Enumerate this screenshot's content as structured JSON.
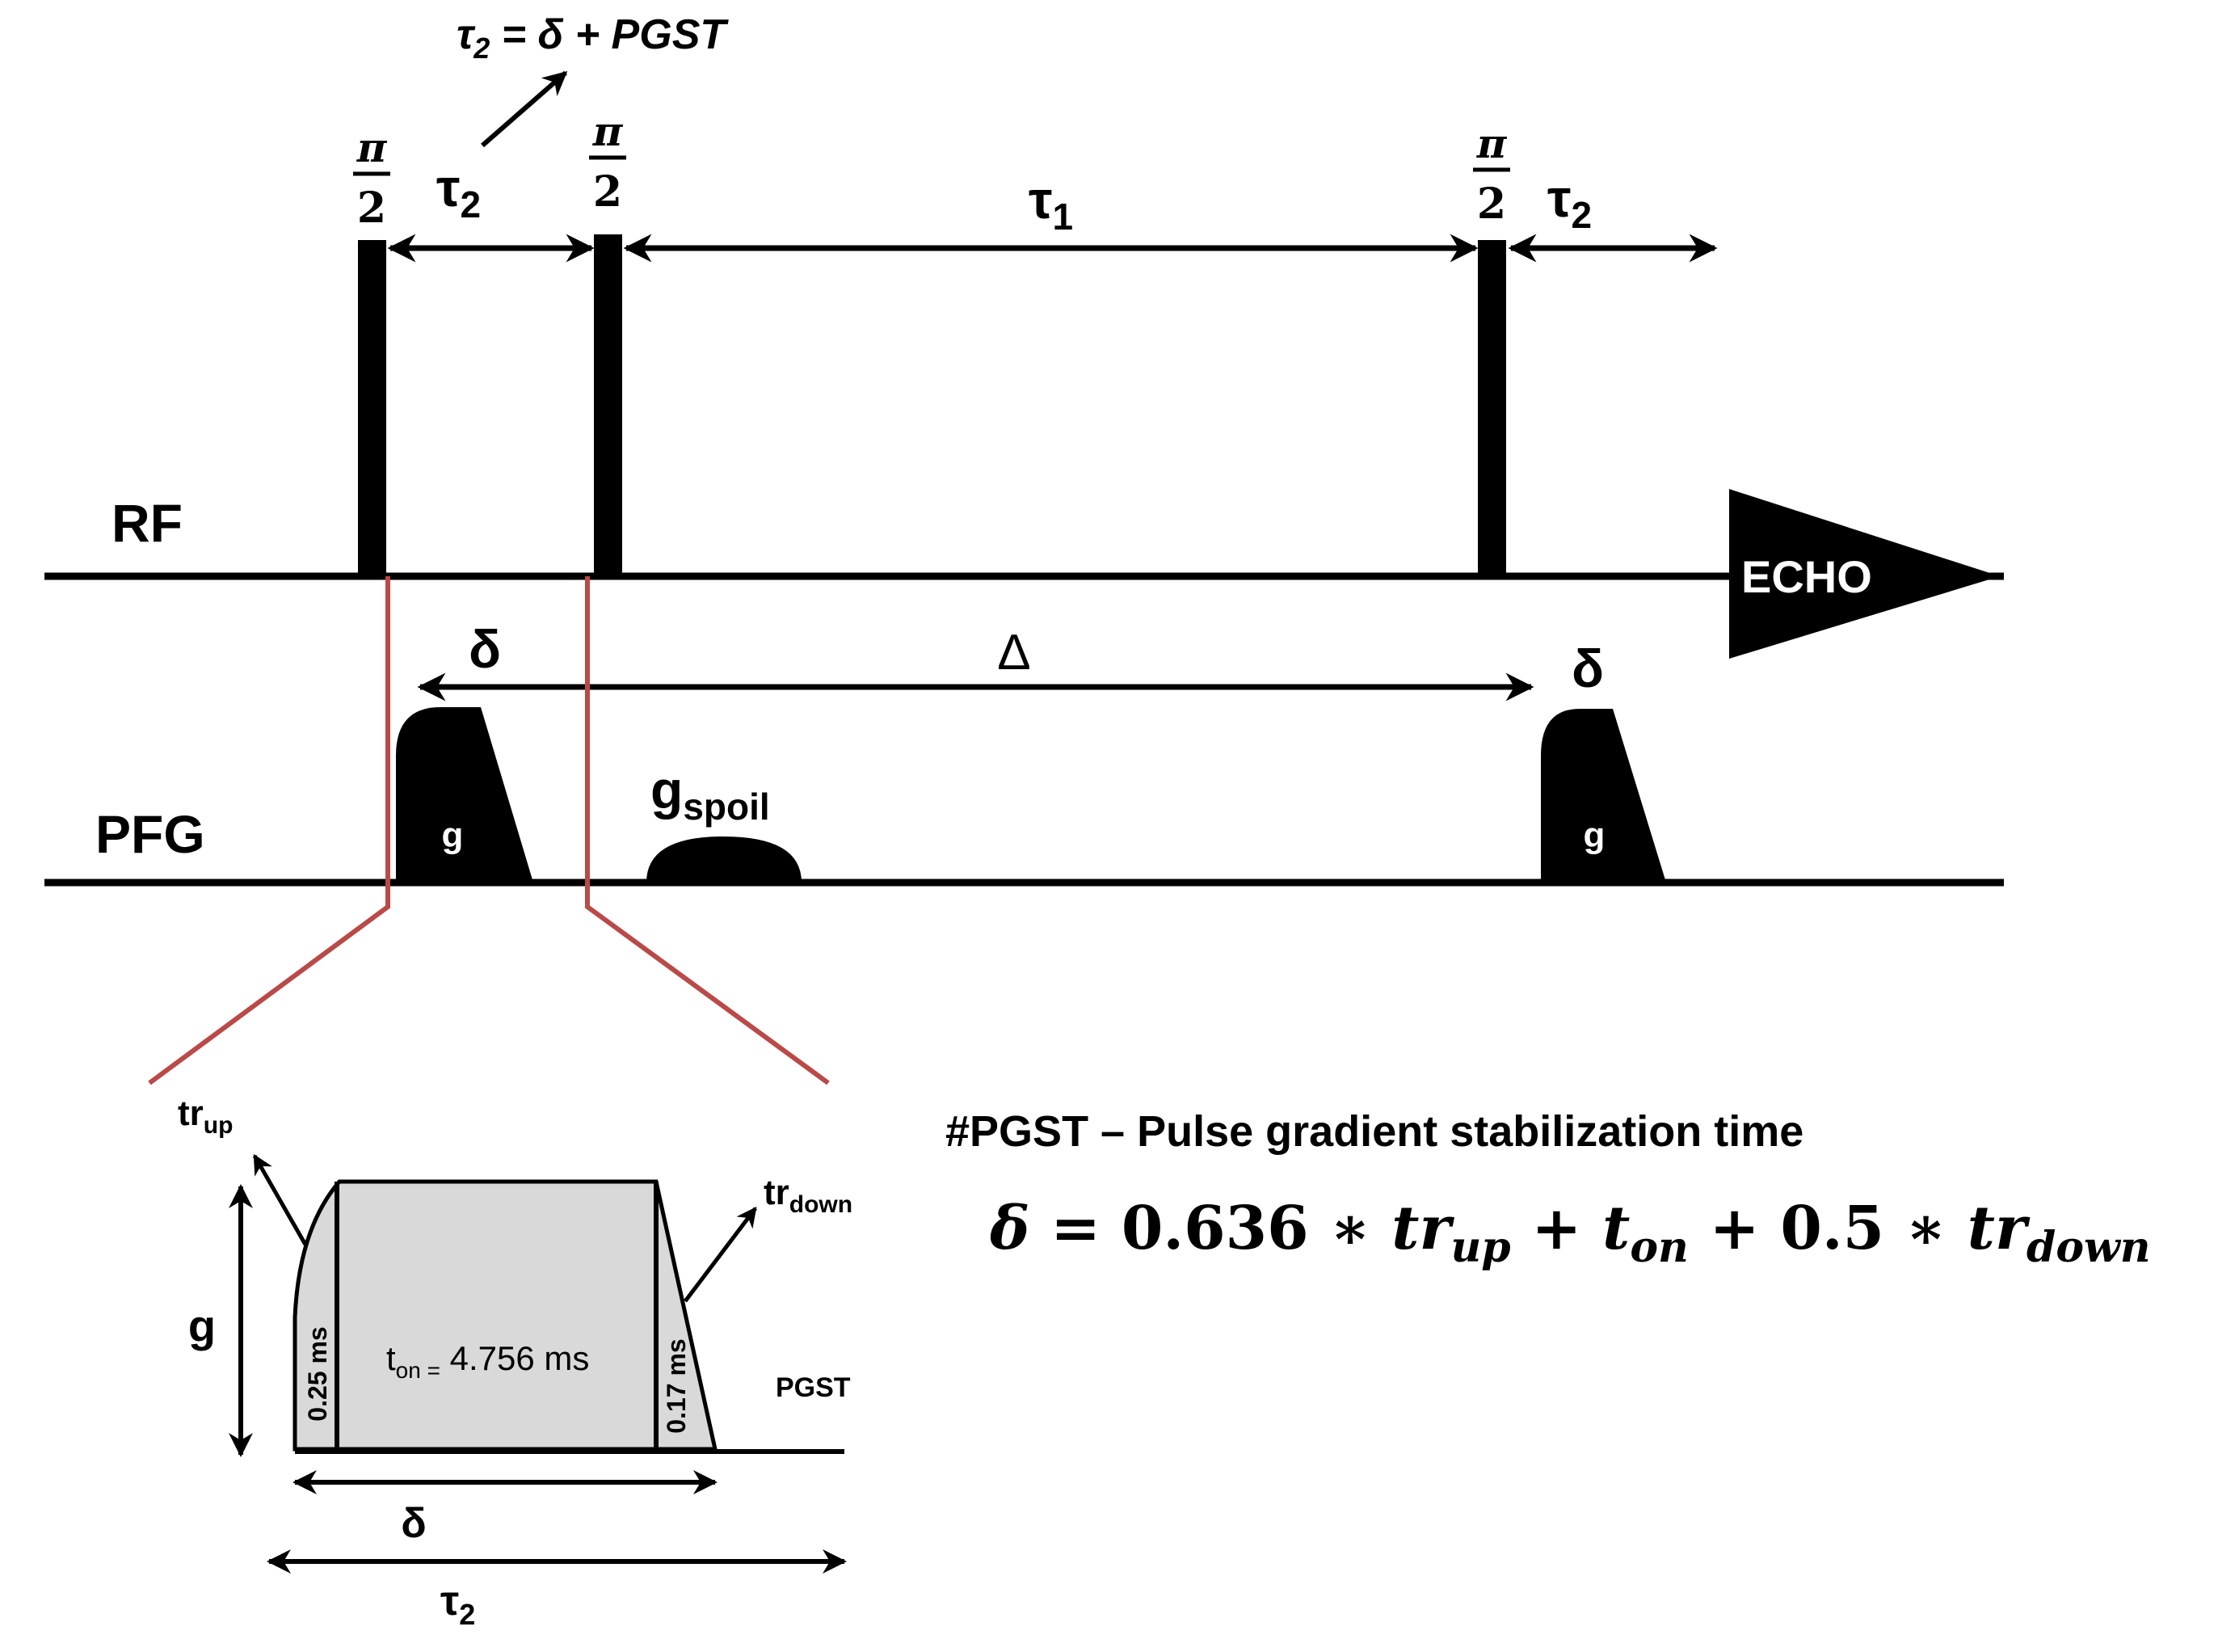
{
  "colors": {
    "ink": "#000000",
    "zoom_line": "#b94a48",
    "gradient_fill": "#d9d9d9"
  },
  "rf": {
    "axis_label": "RF",
    "pulse_angle_num": "π",
    "pulse_angle_den": "2",
    "tau2_label": "τ",
    "tau2_sub": "2",
    "tau1_label": "τ",
    "tau1_sub": "1",
    "echo_label": "ECHO",
    "tau2_def": {
      "tau": "τ",
      "sub": "2",
      "rest": " = δ + PGST"
    }
  },
  "pfg": {
    "axis_label": "PFG",
    "delta_small": "δ",
    "delta_big": "Δ",
    "pulse_letter": "g",
    "spoil_main": "g",
    "spoil_sub": "spoil"
  },
  "detail": {
    "tr_up": "tr",
    "tr_up_sub": "up",
    "tr_down": "tr",
    "tr_down_sub": "down",
    "g_label": "g",
    "rise_time": "0.25 ms",
    "fall_time": "0.17 ms",
    "t_on_main": "t",
    "t_on_sub": "on =",
    "t_on_value": " 4.756 ms",
    "pgst": "PGST",
    "delta": "δ",
    "tau": "τ",
    "tau_sub": "2"
  },
  "note": {
    "definition": "#PGST – Pulse gradient stabilization time"
  },
  "equation": {
    "lhs": "δ",
    "eq": " = ",
    "c1": "0.636",
    "op1": " ∗ ",
    "tr1": "tr",
    "tr1_sub": "up",
    "plus1": " + ",
    "t": "t",
    "t_sub": "on",
    "plus2": " + ",
    "c2": "0.5",
    "op2": " ∗ ",
    "tr2": "tr",
    "tr2_sub": "down"
  }
}
